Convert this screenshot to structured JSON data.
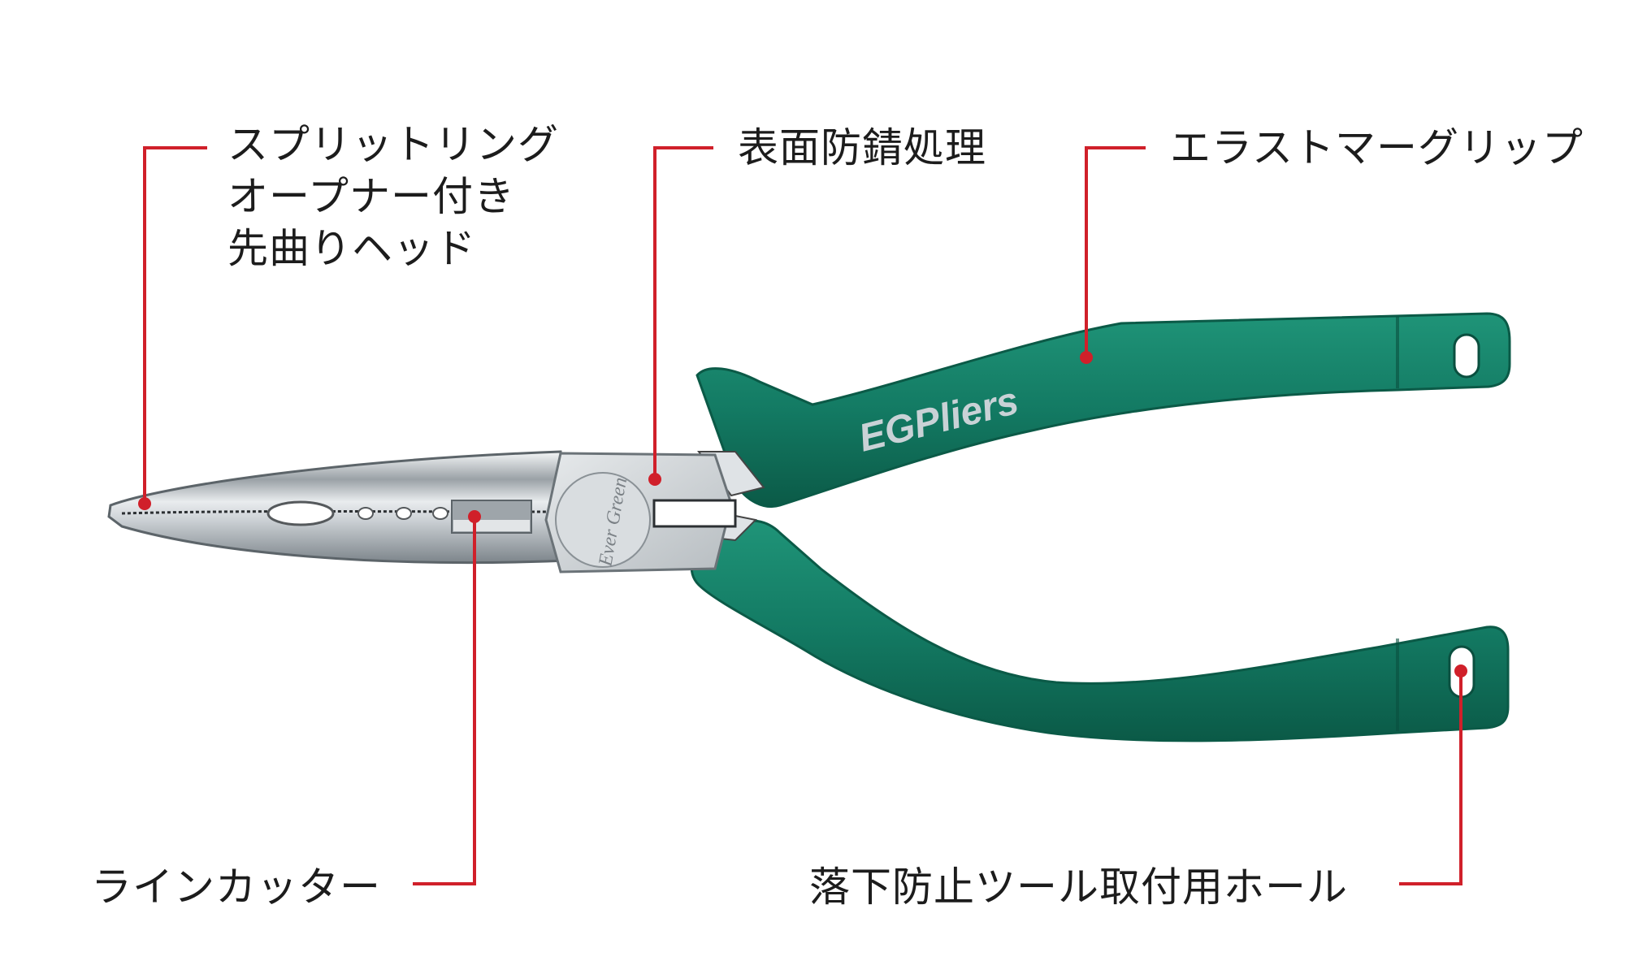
{
  "figure": {
    "product_brand_on_grip": "EGPliers",
    "engraving_on_joint": "Ever Green",
    "colors": {
      "background": "#ffffff",
      "callout_red": "#d0202a",
      "grip_green": "#137a63",
      "grip_green_dark": "#0b5a47",
      "grip_green_light": "#1f9478",
      "steel": "#c9ced2",
      "text": "#1c1c1c"
    }
  },
  "callouts": {
    "tip": {
      "lines": [
        "スプリットリング",
        "オープナー付き",
        "先曲りヘッド"
      ],
      "target": "jaw-tip"
    },
    "surface": {
      "lines": [
        "表面防錆処理"
      ],
      "target": "joint"
    },
    "grip": {
      "lines": [
        "エラストマーグリップ"
      ],
      "target": "upper-handle"
    },
    "cutter": {
      "lines": [
        "ラインカッター"
      ],
      "target": "line-cutter"
    },
    "hole": {
      "lines": [
        "落下防止ツール取付用ホール"
      ],
      "target": "lower-handle-hole"
    }
  }
}
